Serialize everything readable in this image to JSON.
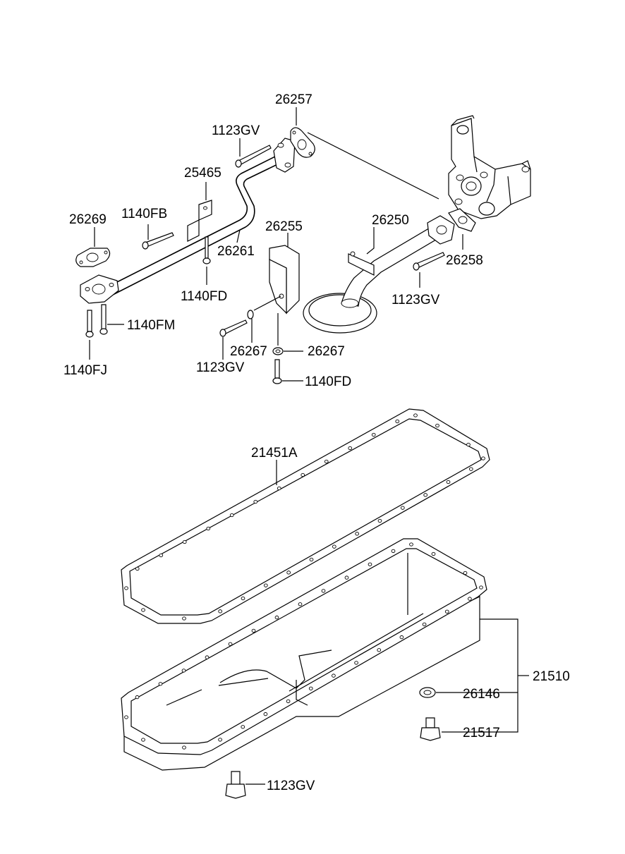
{
  "labels": {
    "p26257": "26257",
    "p1123gv_top": "1123GV",
    "p25465": "25465",
    "p26269": "26269",
    "p1140fb": "1140FB",
    "p26261": "26261",
    "p1140fd_left": "1140FD",
    "p1140fm": "1140FM",
    "p1140fj": "1140FJ",
    "p26255": "26255",
    "p26250": "26250",
    "p26258": "26258",
    "p1123gv_right": "1123GV",
    "p26267_a": "26267",
    "p26267_b": "26267",
    "p1123gv_mid": "1123GV",
    "p1140fd_bottom": "1140FD",
    "p21451a": "21451A",
    "p21510": "21510",
    "p26146": "26146",
    "p21517": "21517",
    "p1123gv_bottom": "1123GV"
  }
}
